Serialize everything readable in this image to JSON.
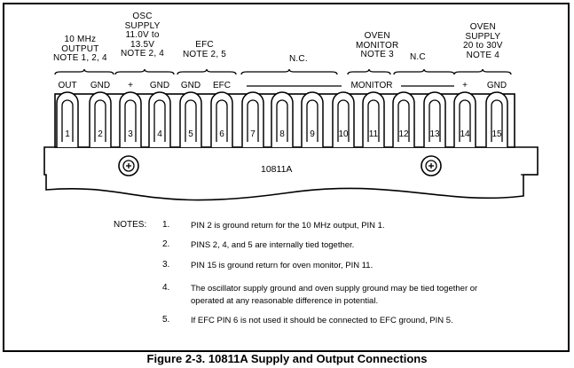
{
  "groups": [
    {
      "id": "g1",
      "lines": [
        "10 MHz",
        "OUTPUT",
        "NOTE 1, 2, 4"
      ]
    },
    {
      "id": "g2",
      "lines": [
        "OSC",
        "SUPPLY",
        "11.0V to",
        "13.5V",
        "NOTE 2, 4"
      ]
    },
    {
      "id": "g3",
      "lines": [
        "EFC",
        "NOTE 2, 5"
      ]
    },
    {
      "id": "g4",
      "lines": [
        "N.C."
      ]
    },
    {
      "id": "g5",
      "lines": [
        "OVEN",
        "MONITOR",
        "NOTE 3"
      ]
    },
    {
      "id": "g6",
      "lines": [
        "N.C"
      ]
    },
    {
      "id": "g7",
      "lines": [
        "OVEN",
        "SUPPLY",
        "20 to 30V",
        "NOTE 4"
      ]
    }
  ],
  "pin_labels": [
    "OUT",
    "GND",
    "+",
    "GND",
    "GND",
    "EFC",
    "MONITOR",
    "+",
    "GND"
  ],
  "pins": [
    "1",
    "2",
    "3",
    "4",
    "5",
    "6",
    "7",
    "8",
    "9",
    "10",
    "11",
    "12",
    "13",
    "14",
    "15"
  ],
  "model": "10811A",
  "notes_heading": "NOTES:",
  "notes": [
    {
      "num": "1.",
      "text": "PIN 2 is ground return for the 10 MHz output, PIN 1."
    },
    {
      "num": "2.",
      "text": "PINS 2, 4, and 5 are internally tied together."
    },
    {
      "num": "3.",
      "text": "PIN 15 is ground return for oven monitor, PIN 11."
    },
    {
      "num": "4.",
      "text": "The oscillator supply ground and oven supply ground may be tied together or operated at any reasonable difference in potential."
    },
    {
      "num": "5.",
      "text": "If EFC PIN 6 is not used it should be connected to EFC ground, PIN 5."
    }
  ],
  "caption": "Figure 2-3. 10811A Supply and Output Connections"
}
